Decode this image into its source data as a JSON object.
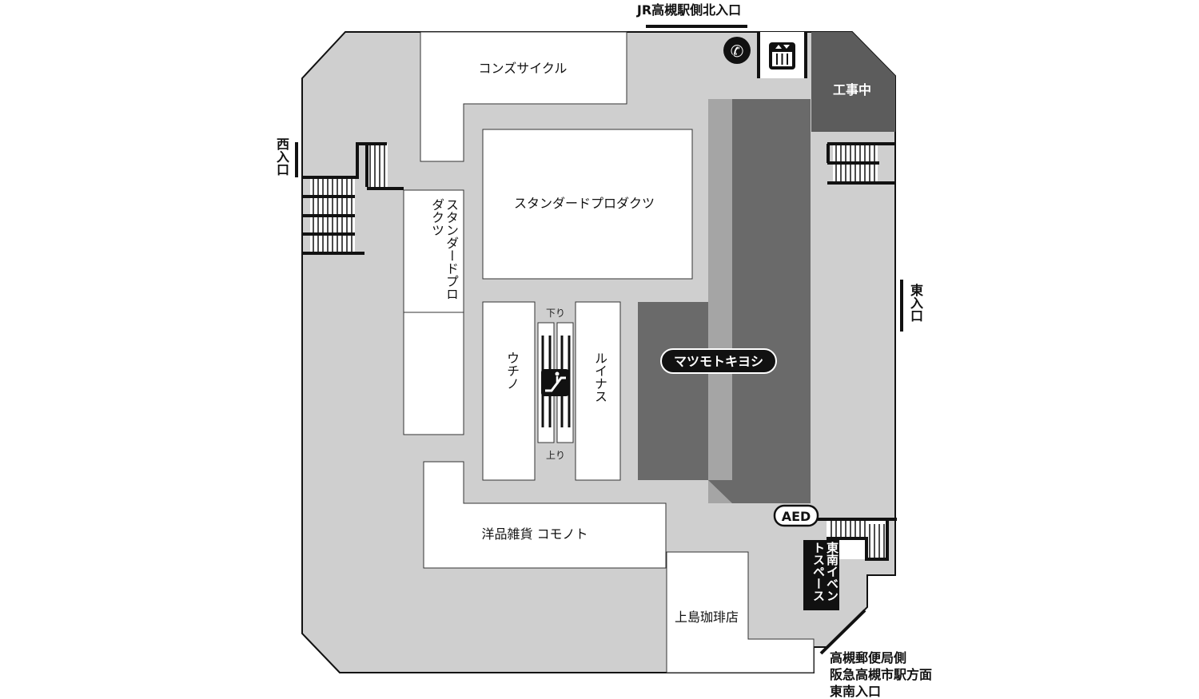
{
  "colors": {
    "floor": "#cfcfcf",
    "shop": "#ffffff",
    "dark_area": "#6a6a6a",
    "mid_area": "#a5a5a5",
    "construction": "#5c5c5c",
    "line": "#111111"
  },
  "entrances": {
    "north": "JR高槻駅側北入口",
    "west": "西入口",
    "east": "東入口",
    "southeast_line1": "高槻郵便局側",
    "southeast_line2": "阪急高槻市駅方面",
    "southeast_line3": "東南入口"
  },
  "shops": {
    "cons_cycle": "コンズサイクル",
    "standard_products_main": "スタンダードプロダクツ",
    "standard_products_side": "スタンダードプロダクツ",
    "uchino": "ウチノ",
    "ruinasu": "ルイナス",
    "matsumoto_kiyoshi": "マツモトキヨシ",
    "comonoto": "洋品雑貨 コモノト",
    "ueshima_coffee": "上島珈琲店",
    "construction": "工事中",
    "event_space": "東南イベントスペース"
  },
  "escalator": {
    "down_label": "下り",
    "up_label": "上り",
    "icon": "escalator-icon"
  },
  "facilities": {
    "aed_label": "AED",
    "phone_icon": "phone-icon",
    "elevator_icon": "elevator-icon"
  }
}
